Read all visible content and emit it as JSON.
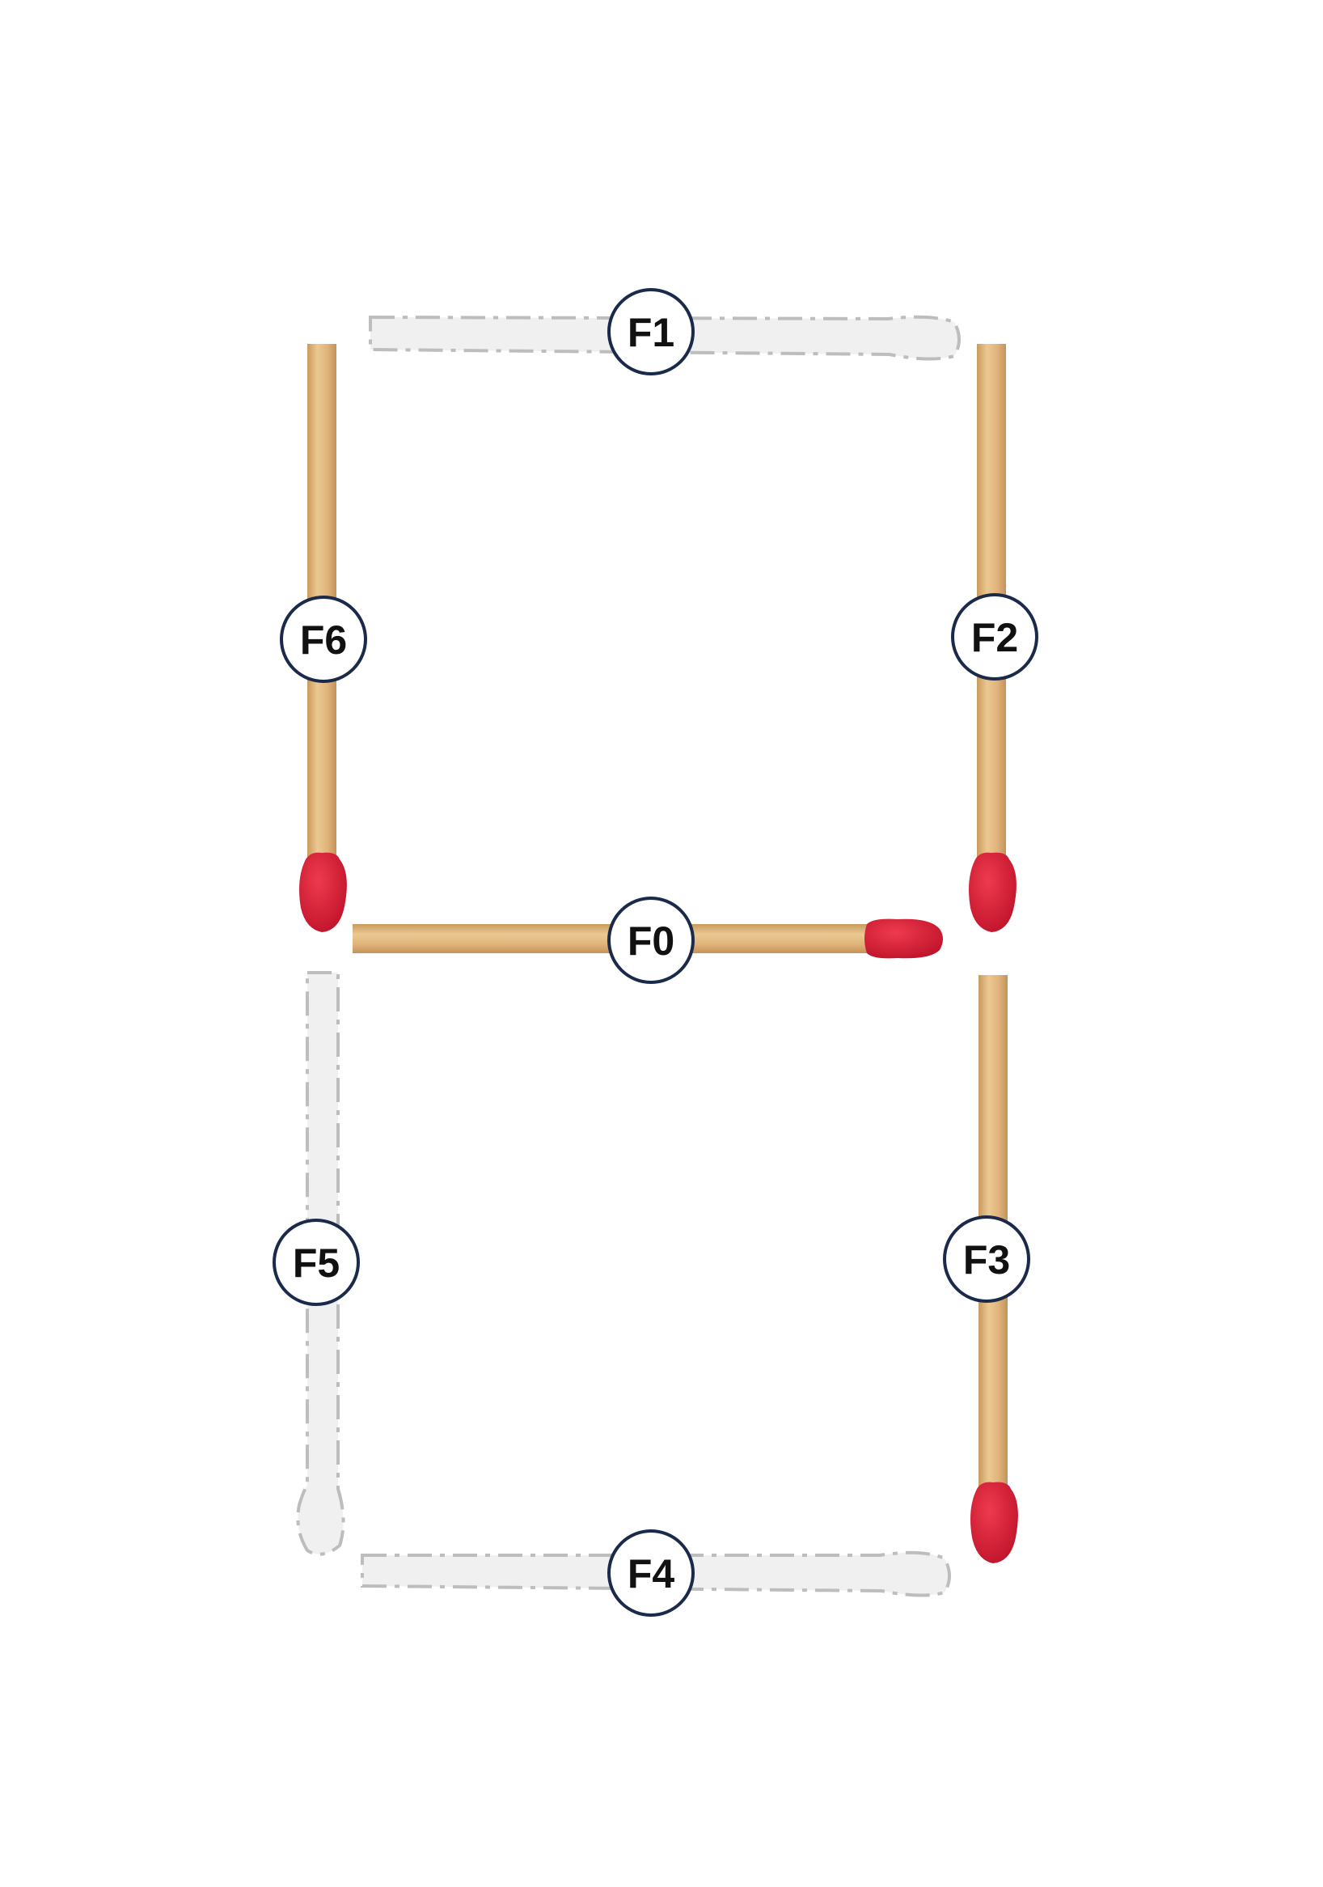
{
  "puzzle": {
    "segments": [
      {
        "id": "F0",
        "label": "F0",
        "state": "present"
      },
      {
        "id": "F1",
        "label": "F1",
        "state": "empty"
      },
      {
        "id": "F2",
        "label": "F2",
        "state": "present"
      },
      {
        "id": "F3",
        "label": "F3",
        "state": "present"
      },
      {
        "id": "F4",
        "label": "F4",
        "state": "empty"
      },
      {
        "id": "F5",
        "label": "F5",
        "state": "empty"
      },
      {
        "id": "F6",
        "label": "F6",
        "state": "present"
      }
    ]
  },
  "colors": {
    "stick": "#e3b77f",
    "stick_dark": "#c89a5e",
    "head": "#d81e35",
    "empty_fill": "#f0f0f0",
    "empty_stroke": "#bdbdbd",
    "badge_stroke": "#1b2a4a"
  }
}
